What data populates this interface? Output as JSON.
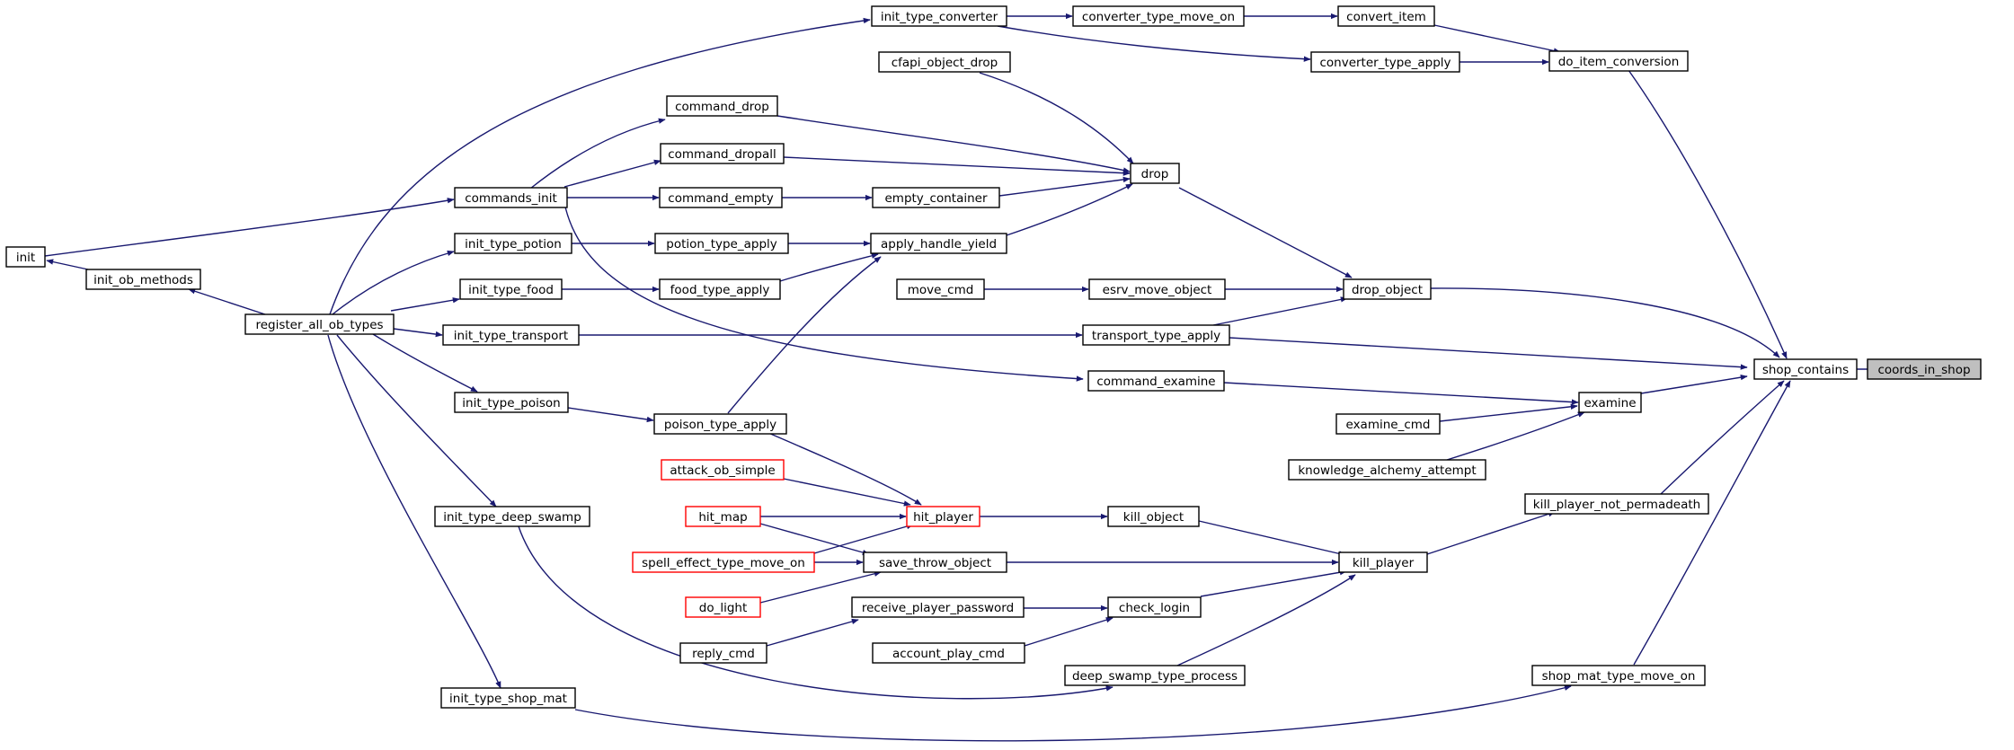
{
  "colors": {
    "edge": "#191970",
    "node_border": "#000000",
    "external_border": "#ff0000",
    "root_fill": "#bfbfbf"
  },
  "nodes": {
    "coords_in_shop": "coords_in_shop",
    "shop_contains": "shop_contains",
    "do_item_conversion": "do_item_conversion",
    "convert_item": "convert_item",
    "converter_type_move_on": "converter_type_move_on",
    "init_type_converter": "init_type_converter",
    "converter_type_apply": "converter_type_apply",
    "cfapi_object_drop": "cfapi_object_drop",
    "command_drop": "command_drop",
    "command_dropall": "command_dropall",
    "drop": "drop",
    "commands_init": "commands_init",
    "command_empty": "command_empty",
    "empty_container": "empty_container",
    "init": "init",
    "init_ob_methods": "init_ob_methods",
    "init_type_potion": "init_type_potion",
    "potion_type_apply": "potion_type_apply",
    "apply_handle_yield": "apply_handle_yield",
    "init_type_food": "init_type_food",
    "food_type_apply": "food_type_apply",
    "move_cmd": "move_cmd",
    "esrv_move_object": "esrv_move_object",
    "drop_object": "drop_object",
    "register_all_ob_types": "register_all_ob_types",
    "init_type_transport": "init_type_transport",
    "transport_type_apply": "transport_type_apply",
    "command_examine": "command_examine",
    "examine": "examine",
    "init_type_poison": "init_type_poison",
    "poison_type_apply": "poison_type_apply",
    "examine_cmd": "examine_cmd",
    "attack_ob_simple": "attack_ob_simple",
    "knowledge_alchemy_attempt": "knowledge_alchemy_attempt",
    "hit_map": "hit_map",
    "hit_player": "hit_player",
    "kill_object": "kill_object",
    "kill_player_not_permadeath": "kill_player_not_permadeath",
    "init_type_deep_swamp": "init_type_deep_swamp",
    "spell_effect_type_move_on": "spell_effect_type_move_on",
    "save_throw_object": "save_throw_object",
    "kill_player": "kill_player",
    "do_light": "do_light",
    "receive_player_password": "receive_player_password",
    "check_login": "check_login",
    "reply_cmd": "reply_cmd",
    "account_play_cmd": "account_play_cmd",
    "deep_swamp_type_process": "deep_swamp_type_process",
    "shop_mat_type_move_on": "shop_mat_type_move_on",
    "init_type_shop_mat": "init_type_shop_mat"
  }
}
